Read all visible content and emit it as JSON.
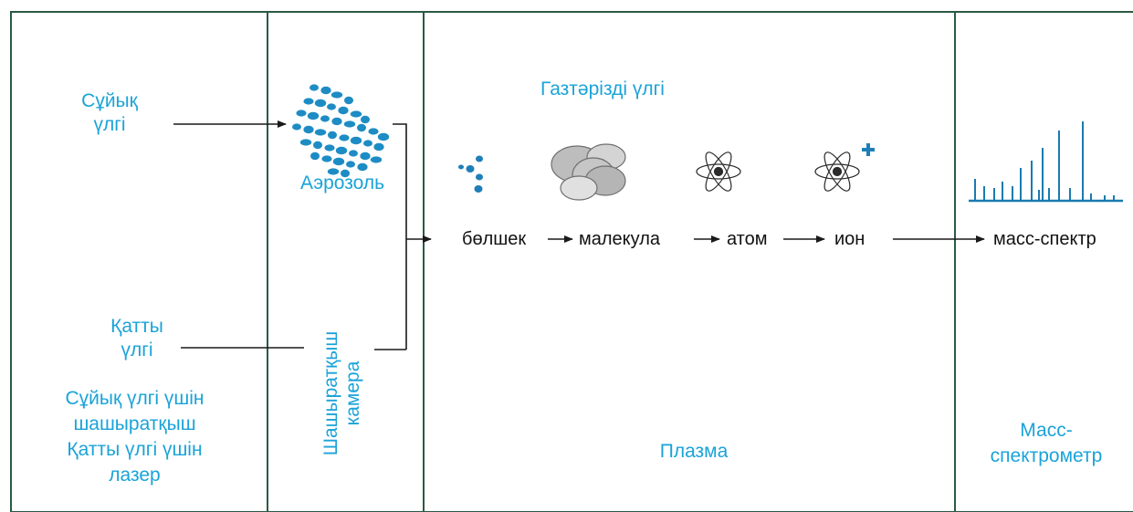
{
  "sections": {
    "input": {
      "liquid_sample": [
        "Сұйық",
        "үлгі"
      ],
      "solid_sample": [
        "Қатты",
        "үлгі"
      ],
      "notes": [
        "Сұйық үлгі үшін",
        "шашыратқыш",
        "Қатты үлгі үшін",
        "лазер"
      ]
    },
    "chamber": {
      "aerosol": "Аэрозоль",
      "title": [
        "Шашыратқыш",
        "камера"
      ]
    },
    "plasma": {
      "gas_sample": "Газтәрізді үлгі",
      "stages": [
        "бөлшек",
        "малекула",
        "атом",
        "ион"
      ],
      "title": "Плазма"
    },
    "ms": {
      "output": "масс-спектр",
      "title": [
        "Масс-",
        "спектрометр"
      ]
    }
  },
  "colors": {
    "accent": "#1aa3d8",
    "line": "#2a5a44",
    "text": "#111111"
  },
  "icons": [
    "aerosol-cloud-icon",
    "particle-icon",
    "molecule-icon",
    "atom-icon",
    "ion-icon",
    "mass-spectrum-icon"
  ]
}
